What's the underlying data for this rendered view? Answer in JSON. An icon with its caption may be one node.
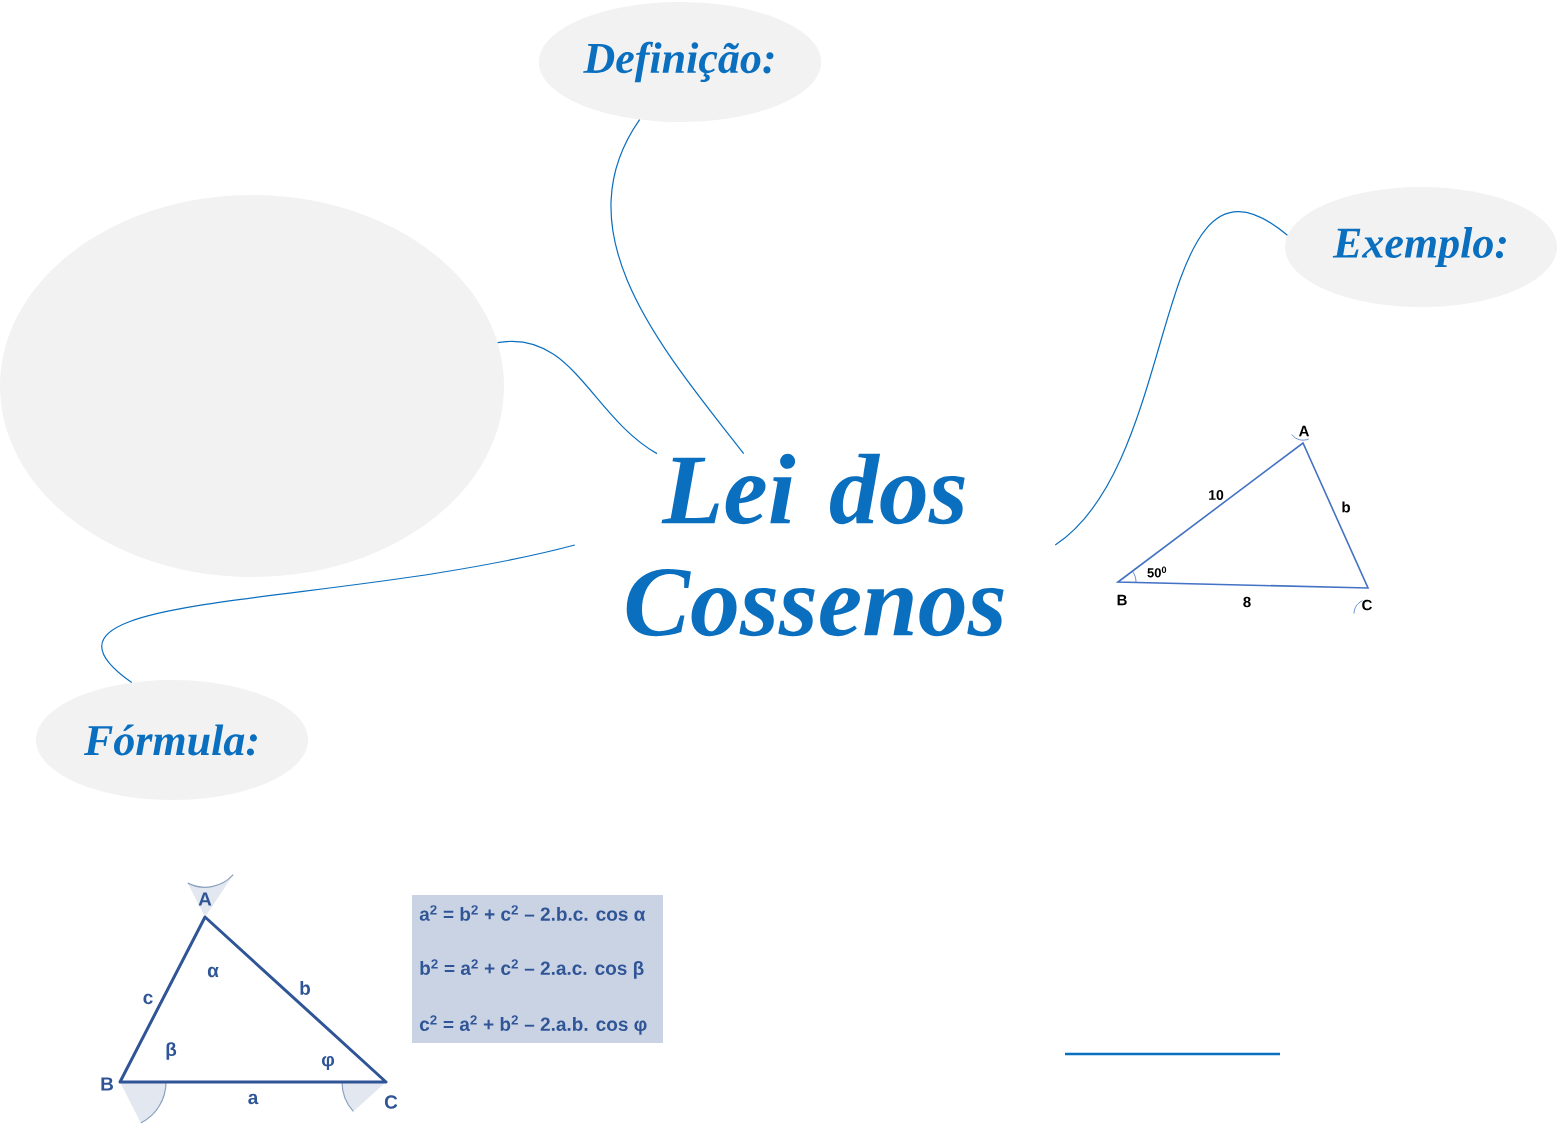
{
  "diagram": {
    "nodes": [
      {
        "text": [
          "Lei dos Cossenos"
        ]
      },
      {
        "text": [
          "Definição:"
        ]
      },
      {
        "text": [],
        "shape": "circle"
      },
      {
        "text": [
          "Exemplo:"
        ]
      },
      {
        "text": [
          "Fórmula:"
        ]
      }
    ],
    "edges": [
      {
        "from": 0,
        "to": 1,
        "arrow": "none"
      },
      {
        "from": 0,
        "to": 2,
        "arrow": "none"
      },
      {
        "from": 0,
        "to": 3,
        "arrow": "none"
      },
      {
        "from": 0,
        "to": 4,
        "arrow": "none"
      }
    ],
    "labels": [
      "A",
      "10",
      "b",
      "50$^{0}$",
      "B",
      "8",
      "C",
      "A",
      "a$^{2}$ = b$^{2}$ + c$^{2}$ – 2.b.c. cos α",
      "α",
      "b",
      "c",
      "b$^{2}$ = a$^{2}$ + c$^{2}$ – 2.a.c. cos β",
      "β",
      "φ",
      "c$^{2}$ = a$^{2}$ + b$^{2}$ – 2.a.b. cos φ",
      "B",
      "a",
      "C"
    ]
  }
}
